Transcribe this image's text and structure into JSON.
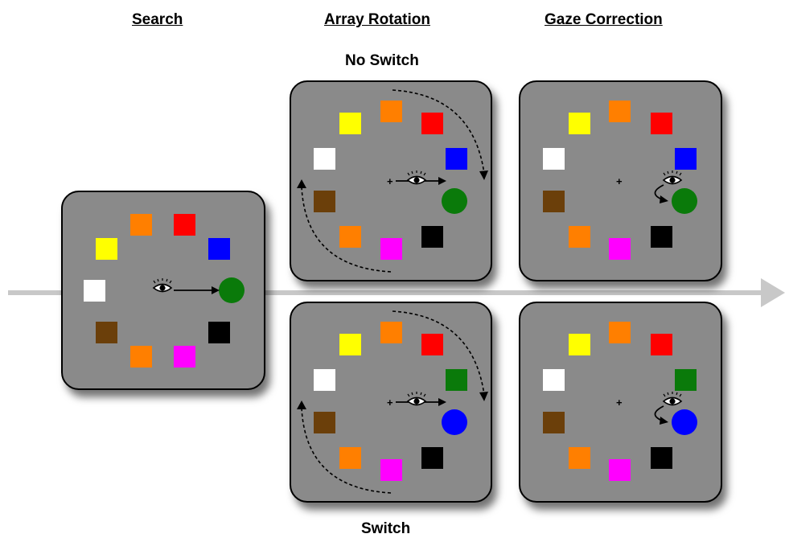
{
  "headings": {
    "search": "Search",
    "array_rotation": "Array Rotation",
    "gaze_correction": "Gaze Correction",
    "no_switch": "No Switch",
    "switch": "Switch"
  },
  "timeline_arrow_color": "#c8c8c8",
  "panel_color": "#8a8a8a",
  "fixation_symbol": "+",
  "icons": [
    "eye-icon",
    "arrow-icon",
    "dashed-rotation-arrow",
    "curved-gaze-arrow"
  ],
  "panels": [
    {
      "id": "search",
      "label": "Search",
      "items": [
        "orange",
        "red",
        "yellow",
        "blue",
        "white",
        "target:green",
        "brown",
        "black",
        "orange",
        "magenta"
      ],
      "fixation_cross": false,
      "target_circle_color": "#0a7a0a"
    },
    {
      "id": "rotation-no-switch",
      "label": "Array Rotation / No Switch",
      "items": [
        "yellow",
        "orange",
        "red",
        "white",
        "blue",
        "brown",
        "target:green",
        "orange",
        "magenta",
        "black"
      ],
      "fixation_cross": true,
      "target_circle_color": "#0a7a0a"
    },
    {
      "id": "gaze-no-switch",
      "label": "Gaze Correction / No Switch",
      "items": [
        "yellow",
        "orange",
        "red",
        "white",
        "blue",
        "brown",
        "target:green",
        "orange",
        "magenta",
        "black"
      ],
      "fixation_cross": true,
      "target_circle_color": "#0a7a0a"
    },
    {
      "id": "rotation-switch",
      "label": "Array Rotation / Switch",
      "items": [
        "yellow",
        "orange",
        "red",
        "white",
        "green",
        "brown",
        "target:blue",
        "orange",
        "magenta",
        "black"
      ],
      "fixation_cross": true,
      "target_circle_color": "#0000ff"
    },
    {
      "id": "gaze-switch",
      "label": "Gaze Correction / Switch",
      "items": [
        "yellow",
        "orange",
        "red",
        "white",
        "green",
        "brown",
        "target:blue",
        "orange",
        "magenta",
        "black"
      ],
      "fixation_cross": true,
      "target_circle_color": "#0000ff"
    }
  ],
  "colors": {
    "orange": "#ff7f00",
    "red": "#ff0000",
    "yellow": "#ffff00",
    "blue": "#0000ff",
    "white": "#ffffff",
    "green": "#0a7a0a",
    "brown": "#6b3f0a",
    "black": "#000000",
    "magenta": "#ff00ff"
  }
}
